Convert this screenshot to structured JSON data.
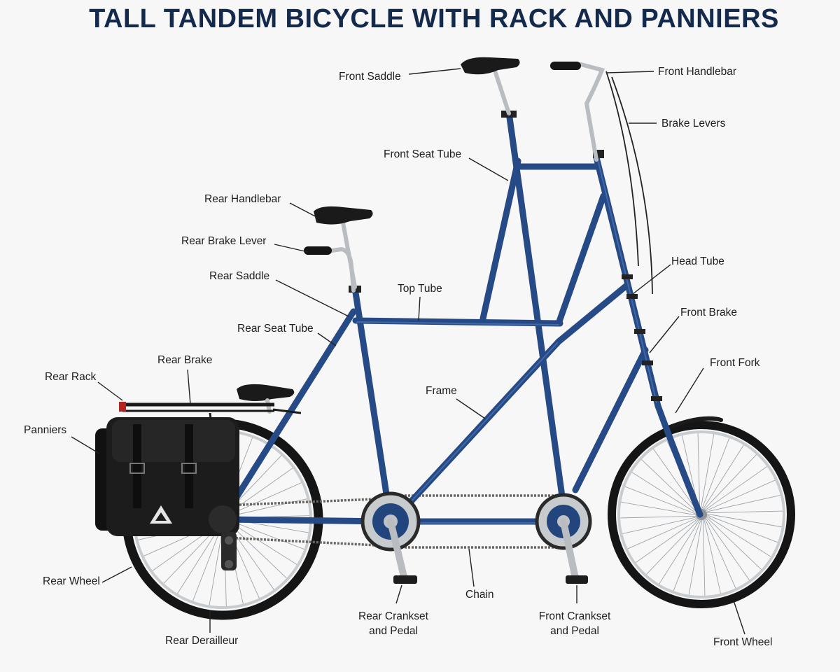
{
  "title": "TALL TANDEM BICYCLE WITH RACK AND PANNIERS",
  "labels": {
    "front_saddle": "Front Saddle",
    "front_handlebar": "Front Handlebar",
    "brake_levers": "Brake Levers",
    "front_seat_tube": "Front Seat Tube",
    "rear_handlebar": "Rear Handlebar",
    "rear_brake_lever": "Rear Brake Lever",
    "rear_saddle": "Rear Saddle",
    "top_tube": "Top Tube",
    "head_tube": "Head Tube",
    "front_brake": "Front Brake",
    "rear_seat_tube": "Rear Seat Tube",
    "rear_brake": "Rear Brake",
    "rear_rack": "Rear Rack",
    "front_fork": "Front Fork",
    "frame": "Frame",
    "panniers": "Panniers",
    "rear_wheel": "Rear Wheel",
    "chain": "Chain",
    "rear_crankset_l1": "Rear Crankset",
    "rear_crankset_l2": "and Pedal",
    "front_crankset_l1": "Front Crankset",
    "front_crankset_l2": "and Pedal",
    "rear_derailleur": "Rear Derailleur",
    "front_wheel": "Front Wheel"
  },
  "colors": {
    "frame": "#264a86",
    "title": "#142a4c",
    "pannier": "#1c1c1c",
    "tire": "#151515"
  }
}
